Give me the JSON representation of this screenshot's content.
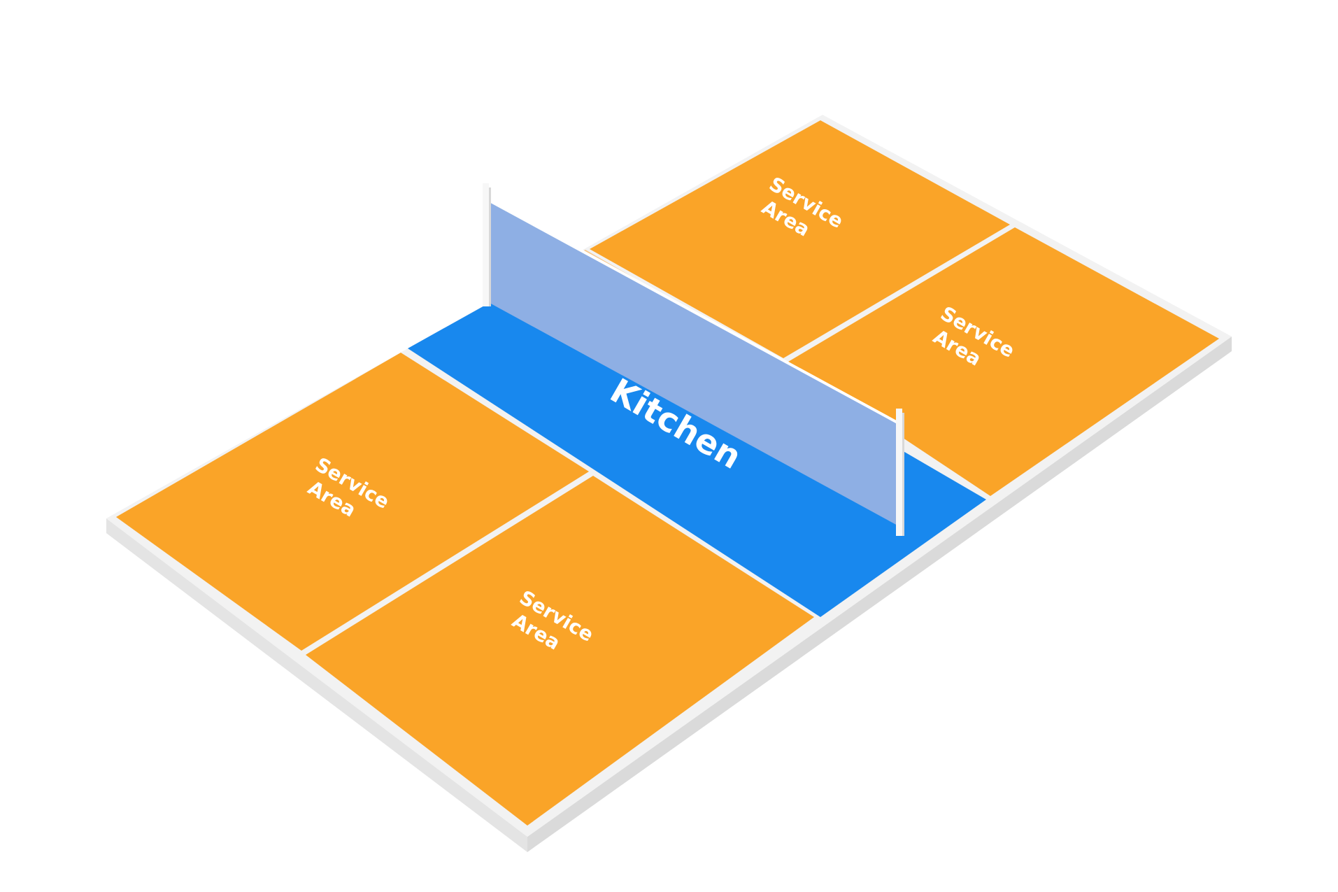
{
  "diagram": {
    "colors": {
      "service_area": "#FAA428",
      "kitchen": "#1888EE",
      "net_panel": "#8EAFE4",
      "net_band": "#F7C98F",
      "lines": "#F0F0F0",
      "base_side": "#E2E2E2"
    },
    "zones": {
      "kitchen": "Kitchen",
      "service_area_line1": "Service",
      "service_area_line2": "Area"
    }
  }
}
